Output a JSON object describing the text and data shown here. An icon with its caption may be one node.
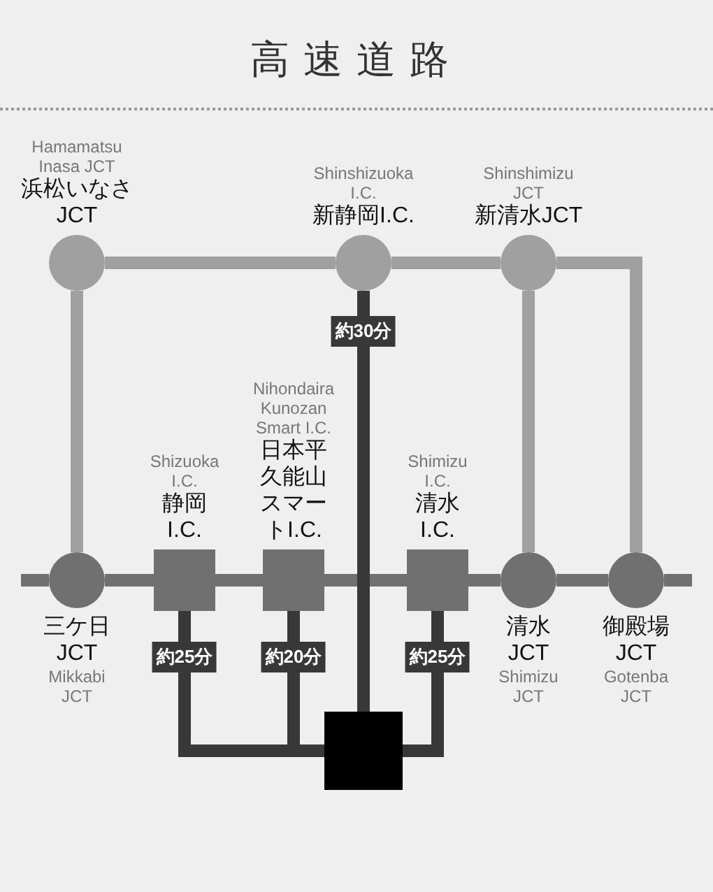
{
  "diagram": {
    "title": "高速道路",
    "nodes": [
      {
        "text": [
          "Hamamatsu Inasa JCT",
          "浜松いなさJCT"
        ]
      },
      {
        "text": [
          "Shinshizuoka I.C.",
          "新静岡I.C."
        ]
      },
      {
        "text": [
          "Shinshimizu JCT",
          "新清水JCT"
        ]
      },
      {
        "text": [
          "Shizuoka I.C.",
          "静岡I.C."
        ]
      },
      {
        "text": [
          "Nihondaira Kunozan Smart I.C.",
          "日本平久能山スマートI.C."
        ]
      },
      {
        "text": [
          "Shimizu I.C.",
          "清水I.C."
        ]
      },
      {
        "text": [
          "三ケ日JCT",
          "Mikkabi JCT"
        ]
      },
      {
        "text": [
          "清水JCT",
          "Shimizu JCT"
        ]
      },
      {
        "text": [
          "御殿場JCT",
          "Gotenba JCT"
        ]
      },
      {
        "text": [],
        "shape": "box"
      }
    ],
    "edges": [
      {
        "from": 0,
        "to": 1,
        "arrow": "none",
        "color": "#a0a0a0"
      },
      {
        "from": 1,
        "to": 2,
        "arrow": "none",
        "color": "#a0a0a0"
      },
      {
        "from": 2,
        "to": 8,
        "arrow": "none",
        "color": "#a0a0a0"
      },
      {
        "from": 0,
        "to": 6,
        "arrow": "none",
        "color": "#a0a0a0"
      },
      {
        "from": 2,
        "to": 7,
        "arrow": "none",
        "color": "#a0a0a0"
      },
      {
        "from": null,
        "to": 6,
        "arrow": "none"
      },
      {
        "from": 6,
        "to": 3,
        "arrow": "none"
      },
      {
        "from": 3,
        "to": 4,
        "arrow": "none"
      },
      {
        "from": 4,
        "to": 5,
        "arrow": "none"
      },
      {
        "from": 5,
        "to": 7,
        "arrow": "none"
      },
      {
        "from": 7,
        "to": 8,
        "arrow": "none"
      },
      {
        "from": 8,
        "to": null,
        "arrow": "none"
      },
      {
        "from": 1,
        "to": 9,
        "arrow": "none",
        "label": "約30分",
        "color": "#383838"
      },
      {
        "from": 3,
        "to": 9,
        "arrow": "none",
        "label": "約25分",
        "color": "#383838"
      },
      {
        "from": 4,
        "to": 9,
        "arrow": "none",
        "label": "約20分",
        "color": "#383838"
      },
      {
        "from": 5,
        "to": 9,
        "arrow": "none",
        "label": "約25分",
        "color": "#383838"
      }
    ]
  }
}
